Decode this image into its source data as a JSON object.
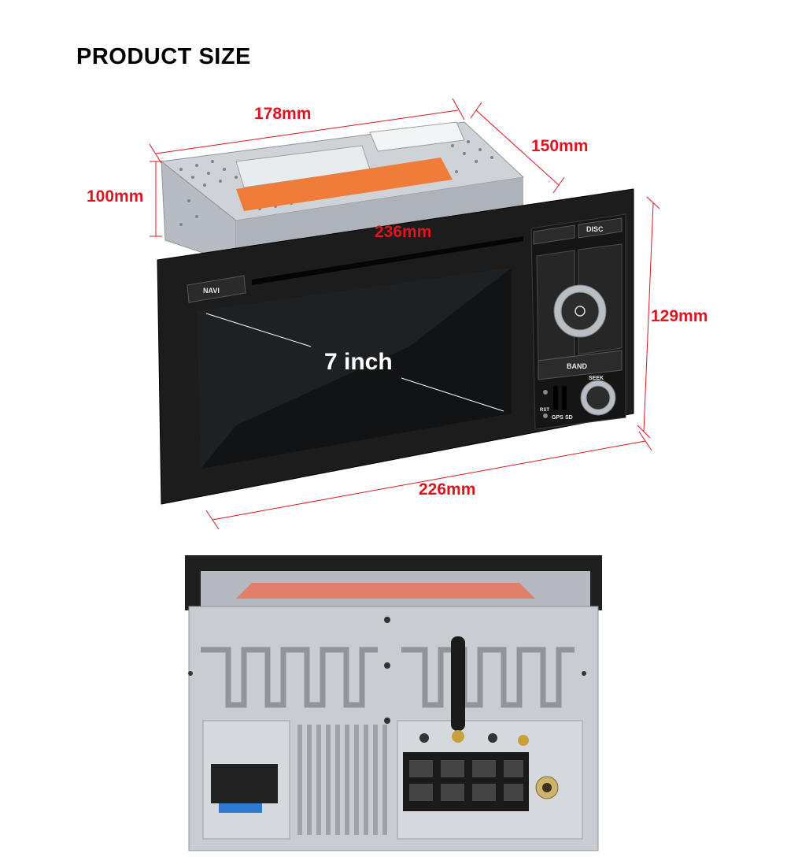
{
  "header": {
    "title": "PRODUCT SIZE"
  },
  "dimensions": {
    "width_top": "178mm",
    "depth": "150mm",
    "height_back": "100mm",
    "front_width_overlay": "236mm",
    "front_height": "129mm",
    "front_width_bottom": "226mm"
  },
  "screen": {
    "size_label": "7 inch"
  },
  "panel": {
    "navi_label": "NAVI",
    "disc_label": "DISC",
    "band_label": "BAND",
    "seek_label": "SEEK",
    "gps_label": "GPS",
    "sd_label": "SD",
    "rst_label": "RST"
  },
  "colors": {
    "dimension_red": "#e0141e",
    "bezel": "#1c1c1c",
    "chassis": "#c9cdd2"
  }
}
